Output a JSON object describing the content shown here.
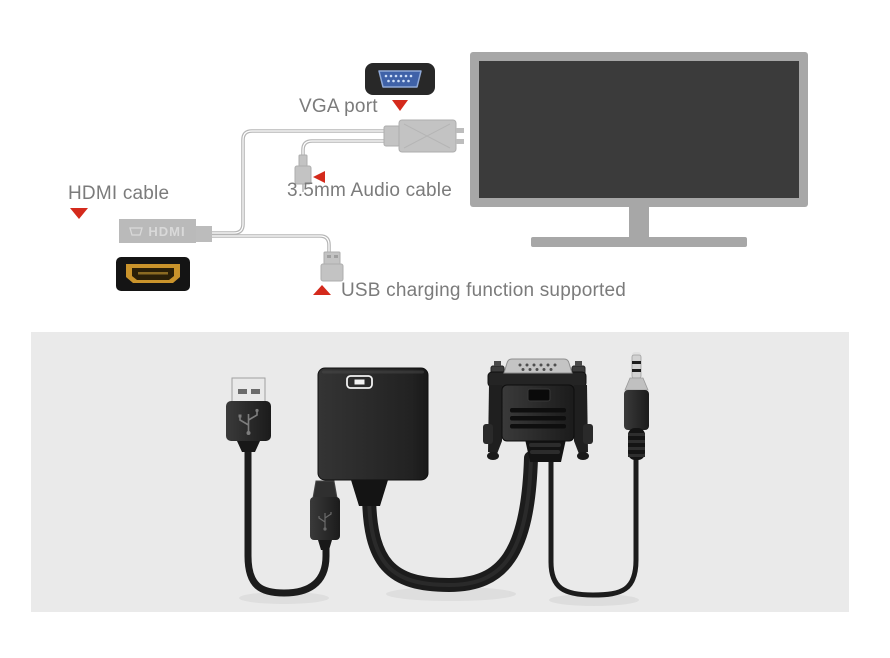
{
  "labels": {
    "vga_port": "VGA port",
    "audio_cable": "3.5mm Audio cable",
    "hdmi_cable": "HDMI cable",
    "usb_charging": "USB charging function supported",
    "hdmi_plug": "HDMI"
  },
  "colors": {
    "label_text": "#7b7b7b",
    "arrow_red": "#d42a1c",
    "cable_gray": "#b5b5b5",
    "connector_gray": "#c3c3c3",
    "monitor_frame": "#a7a7a7",
    "monitor_screen": "#3b3b3b",
    "vga_blue": "#3f62a8",
    "hdmi_gold": "#c9932b",
    "photo_bg": "#eaeaea",
    "product_black": "#1c1c1c"
  }
}
